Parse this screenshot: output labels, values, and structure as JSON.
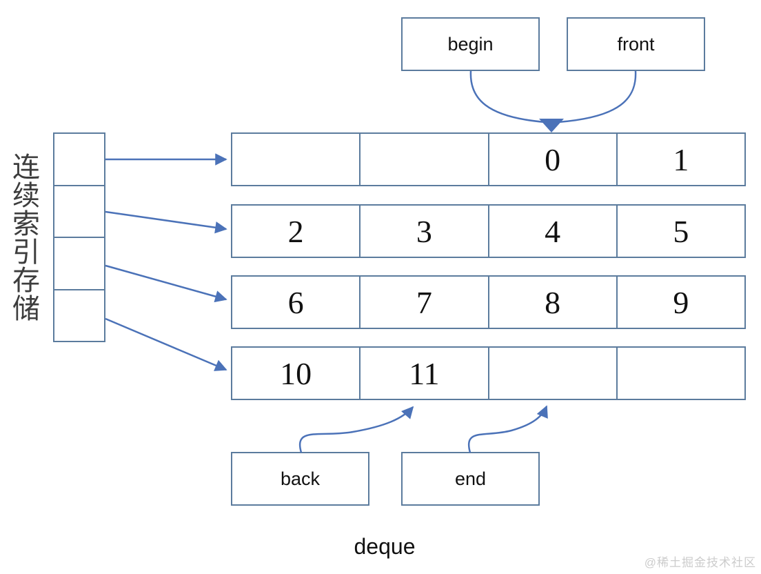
{
  "diagram": {
    "caption": "deque",
    "side_label": "连续索引存储",
    "watermark": "@稀土掘金技术社区",
    "pointers": {
      "begin": "begin",
      "front": "front",
      "back": "back",
      "end": "end"
    },
    "index_column": {
      "cell_count": 4
    },
    "rows": [
      {
        "cells": [
          "",
          "",
          "0",
          "1"
        ]
      },
      {
        "cells": [
          "2",
          "3",
          "4",
          "5"
        ]
      },
      {
        "cells": [
          "6",
          "7",
          "8",
          "9"
        ]
      },
      {
        "cells": [
          "10",
          "11",
          "",
          ""
        ]
      }
    ],
    "colors": {
      "box_border": "#5b7b9d",
      "arrow": "#4b72b8",
      "text": "#111111",
      "side_label_color": "#3d3d3d",
      "watermark_color": "#cccccc"
    }
  }
}
